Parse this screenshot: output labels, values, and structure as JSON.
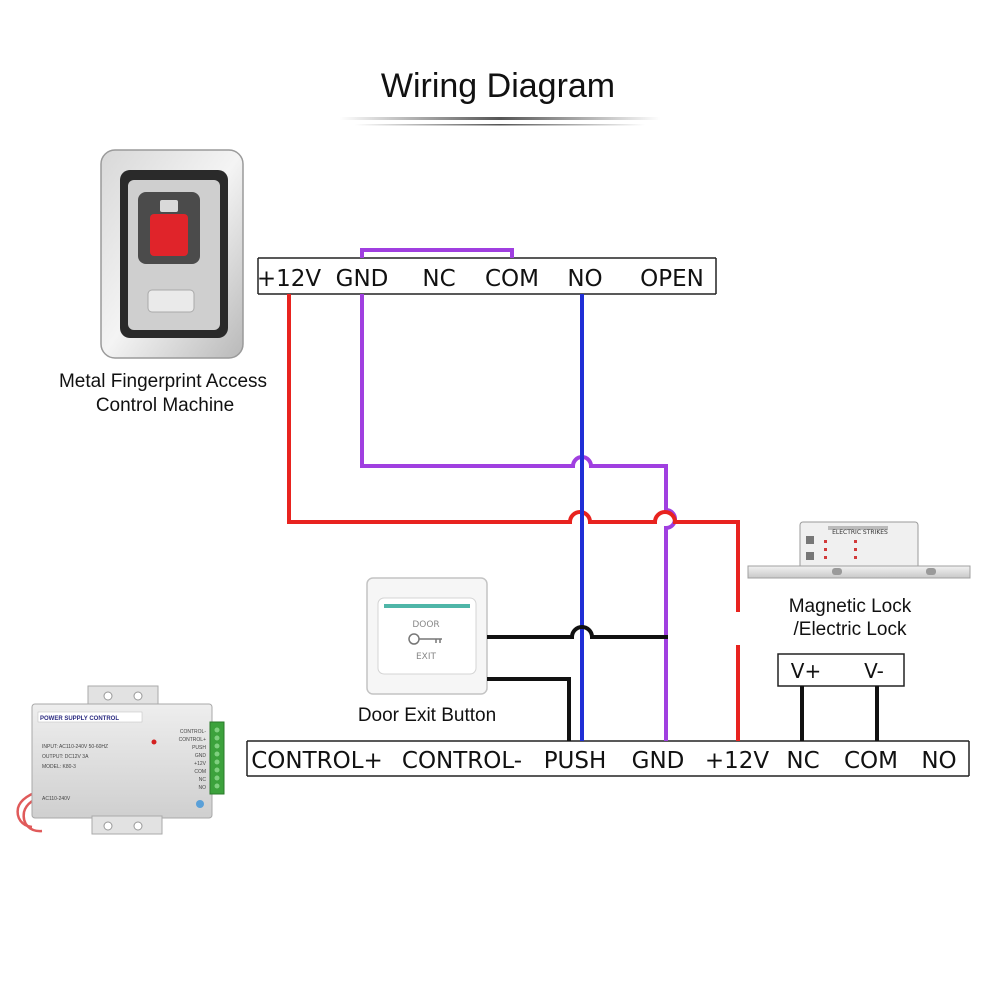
{
  "title": "Wiring Diagram",
  "fingerprint": {
    "caption_line1": "Metal Fingerprint Access",
    "caption_line2": "Control Machine",
    "terminals": [
      "+12V",
      "GND",
      "NC",
      "COM",
      "NO",
      "OPEN"
    ]
  },
  "power_supply": {
    "terminals": [
      "CONTROL+",
      "CONTROL-",
      "PUSH",
      "GND",
      "+12V",
      "NC",
      "COM",
      "NO"
    ],
    "label_header": "POWER SUPPLY CONTROL",
    "label_input": "INPUT: AC110-240V 50-60HZ",
    "label_output": "OUTPUT: DC12V 3A",
    "label_model": "MODEL: K80-3",
    "side_labels": [
      "CONTROL-",
      "CONTROL+",
      "PUSH",
      "GND",
      "+12V",
      "COM",
      "NC",
      "NO"
    ],
    "bottom_label": "AC110-240V"
  },
  "exit_button": {
    "caption": "Door Exit Button",
    "face_top": "DOOR",
    "face_bottom": "EXIT"
  },
  "lock": {
    "caption_line1": "Magnetic Lock",
    "caption_line2": "/Electric Lock",
    "terminal_pos": "V+",
    "terminal_neg": "V-",
    "plate_label": "ELECTRIC STRIKES"
  },
  "colors": {
    "red": "#e8231f",
    "purple": "#a03fe0",
    "blue": "#1f2ed6",
    "black": "#111111"
  }
}
